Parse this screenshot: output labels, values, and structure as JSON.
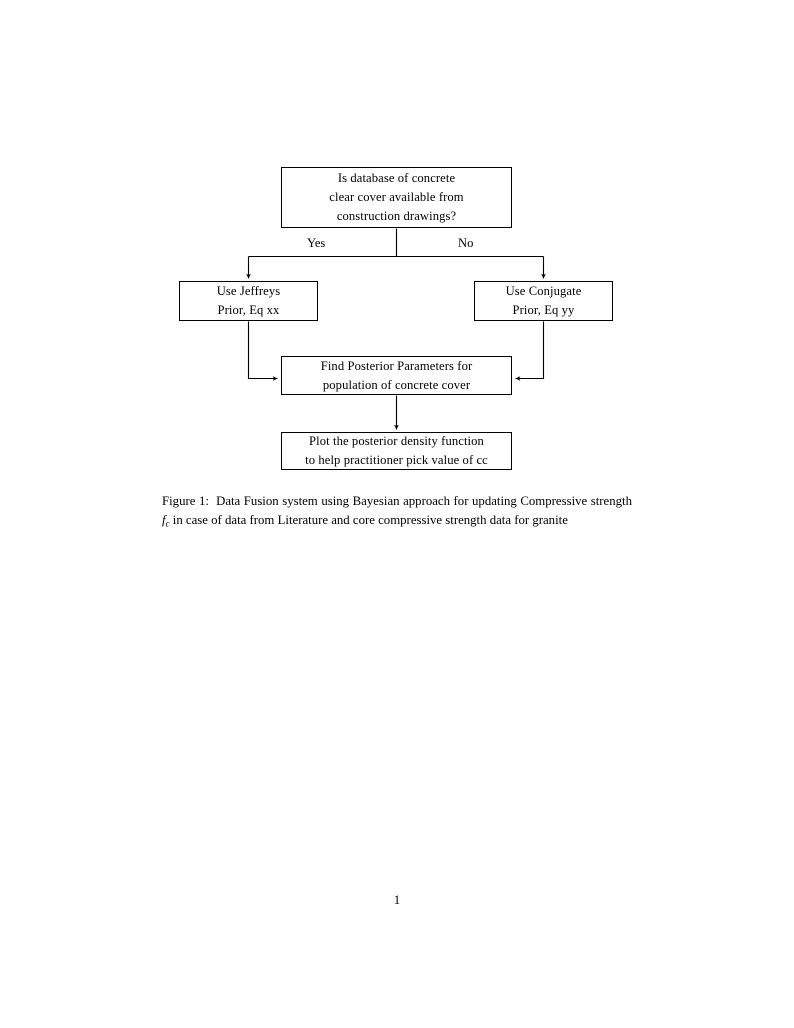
{
  "document": {
    "page_number": "1"
  },
  "figure": {
    "nodes": {
      "question": {
        "name": "decision-question",
        "lines": [
          "Is database of concrete",
          "clear cover available from",
          "construction drawings?"
        ]
      },
      "jeffreys": {
        "name": "use-jeffreys-prior",
        "lines": [
          "Use Jeffreys",
          "Prior, Eq xx"
        ]
      },
      "conjugate": {
        "name": "use-conjugate-prior",
        "lines": [
          "Use Conjugate",
          "Prior, Eq yy"
        ]
      },
      "posterior": {
        "name": "find-posterior-parameters",
        "lines": [
          "Find Posterior Parameters for",
          "population of concrete cover"
        ]
      },
      "plot": {
        "name": "plot-posterior-density",
        "lines": [
          "Plot the posterior density function",
          "to help practitioner pick value of cc"
        ]
      }
    },
    "edge_labels": {
      "yes": "Yes",
      "no": "No"
    },
    "stroke_color": "#000000",
    "fill_color": "#ffffff"
  },
  "caption": {
    "label": "Figure 1:",
    "text_part_1": "Data Fusion system using Bayesian approach for updating Compressive strength",
    "math_symbol": "f",
    "math_subscript": "c",
    "text_part_2": "in case of data from Literature and core compressive strength data for granite"
  }
}
